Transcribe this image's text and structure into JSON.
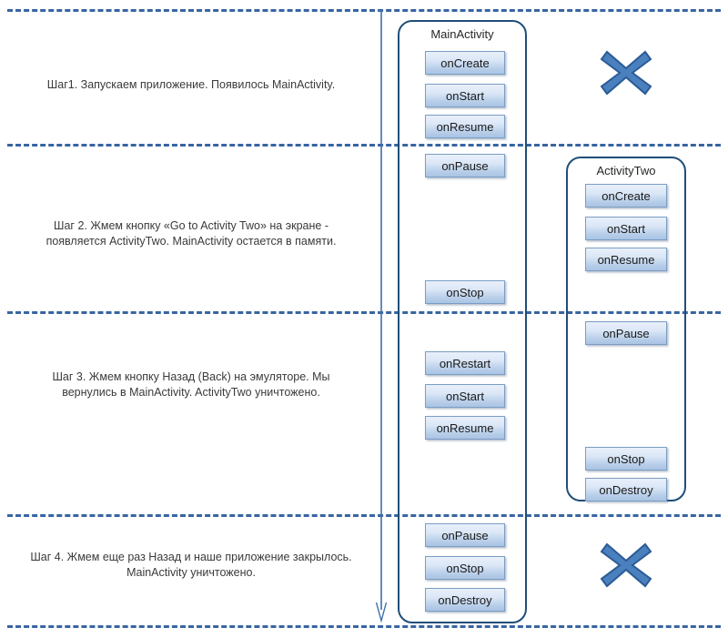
{
  "diagram": {
    "title": "Android Activity lifecycle step diagram",
    "accent_color": "#2e5d9e",
    "container_border_color": "#1f4e79",
    "box_fill_top": "#e9f0fa",
    "box_fill_bottom": "#a9c4e4",
    "box_border_color": "#7b9dc4",
    "x_mark_color": "#3d73b5"
  },
  "steps": [
    {
      "id": "step1",
      "text": "Шаг1. Запускаем приложение. Появилось MainActivity."
    },
    {
      "id": "step2",
      "text": "Шаг 2. Жмем кнопку «Go to Activity Two» на экране -\nпоявляется ActivityTwo. MainActivity  остается в памяти."
    },
    {
      "id": "step3",
      "text": "Шаг 3. Жмем кнопку Назад (Back) на эмуляторе.  Мы\nвернулись в MainActivity.  ActivityTwo уничтожено."
    },
    {
      "id": "step4",
      "text": "Шаг 4. Жмем еще раз Назад и наше приложение закрылось.\nMainActivity  уничтожено."
    }
  ],
  "columns": {
    "main_activity": {
      "title": "MainActivity",
      "methods": {
        "m1": "onCreate",
        "m2": "onStart",
        "m3": "onResume",
        "m4": "onPause",
        "m5": "onStop",
        "m6": "onRestart",
        "m7": "onStart",
        "m8": "onResume",
        "m9": "onPause",
        "m10": "onStop",
        "m11": "onDestroy"
      }
    },
    "activity_two": {
      "title": "ActivityTwo",
      "methods": {
        "m1": "onCreate",
        "m2": "onStart",
        "m3": "onResume",
        "m4": "onPause",
        "m5": "onStop",
        "m6": "onDestroy"
      }
    }
  },
  "markers": {
    "x1_label": "no-activity-two-yet",
    "x2_label": "no-activity-two-destroyed"
  }
}
